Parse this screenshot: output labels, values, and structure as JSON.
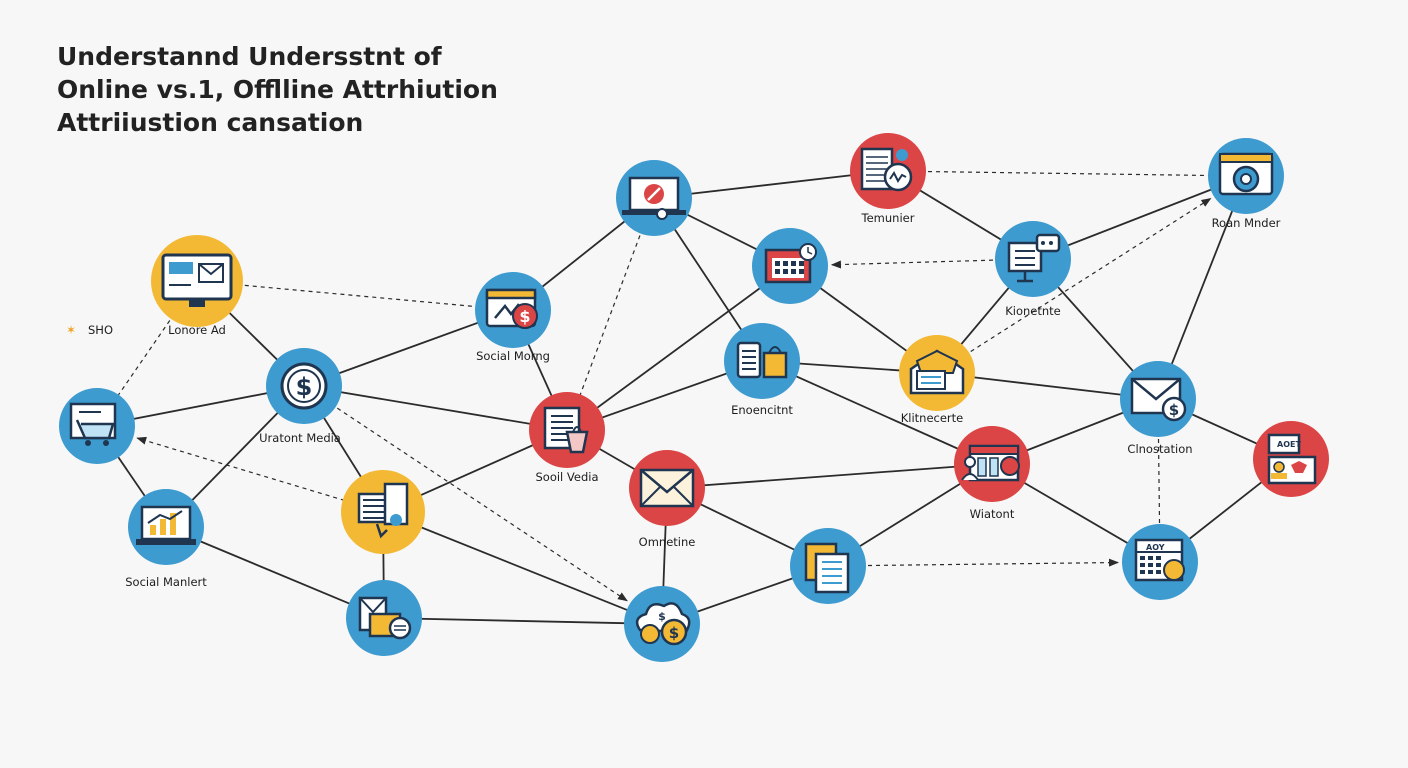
{
  "title": {
    "line1": "Understannd Undersstnt of",
    "line2": "Online vs.1, Offlline Attrhiution",
    "line3": "Attriiustion cansation"
  },
  "side_marker": {
    "symbol": "✶",
    "label": "SHO"
  },
  "colors": {
    "blue": "#3d9bd0",
    "red": "#dc4545",
    "yellow": "#f3b935",
    "line": "#2b2b2b",
    "ink": "#222222"
  },
  "nodes": [
    {
      "id": "lonore-ad",
      "label": "Lonore Ad",
      "color": "yellow",
      "icon": "monitor-email-icon"
    },
    {
      "id": "cart",
      "label": "",
      "color": "blue",
      "icon": "shopping-cart-icon"
    },
    {
      "id": "uratont-media",
      "label": "Uratont Media",
      "color": "blue",
      "icon": "dollar-coin-icon"
    },
    {
      "id": "social-manlert",
      "label": "Social Manlert",
      "color": "blue",
      "icon": "bar-chart-laptop-icon"
    },
    {
      "id": "doc-yellow",
      "label": "",
      "color": "yellow",
      "icon": "document-clipboard-icon"
    },
    {
      "id": "mail-bottom",
      "label": "",
      "color": "blue",
      "icon": "mail-document-icon"
    },
    {
      "id": "social-morng",
      "label": "Social Morng",
      "color": "blue",
      "icon": "browser-dollar-icon"
    },
    {
      "id": "browser-top",
      "label": "",
      "color": "blue",
      "icon": "laptop-target-icon"
    },
    {
      "id": "sooil-vedia",
      "label": "Sooil Vedia",
      "color": "red",
      "icon": "shopping-bag-document-icon"
    },
    {
      "id": "cloud-money",
      "label": "",
      "color": "blue",
      "icon": "cloud-dollar-icon"
    },
    {
      "id": "omnetine",
      "label": "Omnetine",
      "color": "red",
      "icon": "envelope-icon"
    },
    {
      "id": "calendar-red",
      "label": "",
      "color": "blue",
      "icon": "calendar-clock-icon"
    },
    {
      "id": "enoencitnt",
      "label": "Enoencitnt",
      "color": "blue",
      "icon": "phone-shopping-icon"
    },
    {
      "id": "docs-blue",
      "label": "",
      "color": "blue",
      "icon": "documents-icon"
    },
    {
      "id": "temunier",
      "label": "Temunier",
      "color": "red",
      "icon": "search-report-icon"
    },
    {
      "id": "kionetnte",
      "label": "Kionetnte",
      "color": "blue",
      "icon": "chat-monitor-icon"
    },
    {
      "id": "klitnecerte",
      "label": "Klitnecerte",
      "color": "yellow",
      "icon": "open-envelope-icon"
    },
    {
      "id": "wiatont",
      "label": "Wiatont",
      "color": "red",
      "icon": "store-person-icon"
    },
    {
      "id": "clnostation",
      "label": "Clnostation",
      "color": "blue",
      "icon": "envelope-dollar-icon"
    },
    {
      "id": "roan-mnder",
      "label": "Roan Mnder",
      "color": "blue",
      "icon": "display-gear-icon"
    },
    {
      "id": "aoy-cal",
      "label": "",
      "color": "blue",
      "icon": "calendar-dollar-icon",
      "badge": "AOY"
    },
    {
      "id": "aoet-card",
      "label": "",
      "color": "red",
      "icon": "id-card-icon",
      "badge": "AOET"
    }
  ],
  "edges": [
    {
      "from": "lonore-ad",
      "to": "uratont-media",
      "style": "solid",
      "arrow": false
    },
    {
      "from": "cart",
      "to": "uratont-media",
      "style": "solid",
      "arrow": false
    },
    {
      "from": "cart",
      "to": "social-manlert",
      "style": "solid",
      "arrow": false
    },
    {
      "from": "uratont-media",
      "to": "social-manlert",
      "style": "solid",
      "arrow": false
    },
    {
      "from": "uratont-media",
      "to": "doc-yellow",
      "style": "solid",
      "arrow": false
    },
    {
      "from": "uratont-media",
      "to": "social-morng",
      "style": "solid",
      "arrow": false
    },
    {
      "from": "uratont-media",
      "to": "sooil-vedia",
      "style": "solid",
      "arrow": false
    },
    {
      "from": "social-manlert",
      "to": "mail-bottom",
      "style": "solid",
      "arrow": false
    },
    {
      "from": "doc-yellow",
      "to": "mail-bottom",
      "style": "solid",
      "arrow": false
    },
    {
      "from": "doc-yellow",
      "to": "sooil-vedia",
      "style": "solid",
      "arrow": false
    },
    {
      "from": "doc-yellow",
      "to": "cloud-money",
      "style": "solid",
      "arrow": false
    },
    {
      "from": "mail-bottom",
      "to": "cloud-money",
      "style": "solid",
      "arrow": false
    },
    {
      "from": "social-morng",
      "to": "sooil-vedia",
      "style": "solid",
      "arrow": false
    },
    {
      "from": "browser-top",
      "to": "social-morng",
      "style": "solid",
      "arrow": false
    },
    {
      "from": "browser-top",
      "to": "temunier",
      "style": "solid",
      "arrow": false
    },
    {
      "from": "browser-top",
      "to": "enoencitnt",
      "style": "solid",
      "arrow": false
    },
    {
      "from": "browser-top",
      "to": "calendar-red",
      "style": "solid",
      "arrow": false
    },
    {
      "from": "sooil-vedia",
      "to": "omnetine",
      "style": "solid",
      "arrow": false
    },
    {
      "from": "sooil-vedia",
      "to": "enoencitnt",
      "style": "solid",
      "arrow": false
    },
    {
      "from": "sooil-vedia",
      "to": "calendar-red",
      "style": "solid",
      "arrow": false
    },
    {
      "from": "omnetine",
      "to": "cloud-money",
      "style": "solid",
      "arrow": false
    },
    {
      "from": "omnetine",
      "to": "wiatont",
      "style": "solid",
      "arrow": false
    },
    {
      "from": "omnetine",
      "to": "docs-blue",
      "style": "solid",
      "arrow": false
    },
    {
      "from": "cloud-money",
      "to": "docs-blue",
      "style": "solid",
      "arrow": false
    },
    {
      "from": "enoencitnt",
      "to": "klitnecerte",
      "style": "solid",
      "arrow": false
    },
    {
      "from": "enoencitnt",
      "to": "wiatont",
      "style": "solid",
      "arrow": false
    },
    {
      "from": "calendar-red",
      "to": "klitnecerte",
      "style": "solid",
      "arrow": false
    },
    {
      "from": "temunier",
      "to": "kionetnte",
      "style": "solid",
      "arrow": false
    },
    {
      "from": "kionetnte",
      "to": "roan-mnder",
      "style": "solid",
      "arrow": false
    },
    {
      "from": "kionetnte",
      "to": "klitnecerte",
      "style": "solid",
      "arrow": false
    },
    {
      "from": "kionetnte",
      "to": "clnostation",
      "style": "solid",
      "arrow": false
    },
    {
      "from": "klitnecerte",
      "to": "clnostation",
      "style": "solid",
      "arrow": false
    },
    {
      "from": "roan-mnder",
      "to": "clnostation",
      "style": "solid",
      "arrow": false
    },
    {
      "from": "wiatont",
      "to": "clnostation",
      "style": "solid",
      "arrow": false
    },
    {
      "from": "wiatont",
      "to": "docs-blue",
      "style": "solid",
      "arrow": false
    },
    {
      "from": "wiatont",
      "to": "aoy-cal",
      "style": "solid",
      "arrow": false
    },
    {
      "from": "clnostation",
      "to": "aoet-card",
      "style": "solid",
      "arrow": false
    },
    {
      "from": "aoet-card",
      "to": "aoy-cal",
      "style": "solid",
      "arrow": false
    },
    {
      "from": "lonore-ad",
      "to": "social-morng",
      "style": "dashed",
      "arrow": false
    },
    {
      "from": "lonore-ad",
      "to": "cart",
      "style": "dashed",
      "arrow": false
    },
    {
      "from": "doc-yellow",
      "to": "cart",
      "style": "dashed",
      "arrow": true
    },
    {
      "from": "uratont-media",
      "to": "cloud-money",
      "style": "dashed",
      "arrow": true
    },
    {
      "from": "browser-top",
      "to": "sooil-vedia",
      "style": "dashed",
      "arrow": false
    },
    {
      "from": "temunier",
      "to": "roan-mnder",
      "style": "dashed",
      "arrow": false
    },
    {
      "from": "kionetnte",
      "to": "calendar-red",
      "style": "dashed",
      "arrow": true
    },
    {
      "from": "klitnecerte",
      "to": "roan-mnder",
      "style": "dashed",
      "arrow": true
    },
    {
      "from": "docs-blue",
      "to": "aoy-cal",
      "style": "dashed",
      "arrow": true
    },
    {
      "from": "clnostation",
      "to": "aoy-cal",
      "style": "dashed",
      "arrow": false
    }
  ]
}
